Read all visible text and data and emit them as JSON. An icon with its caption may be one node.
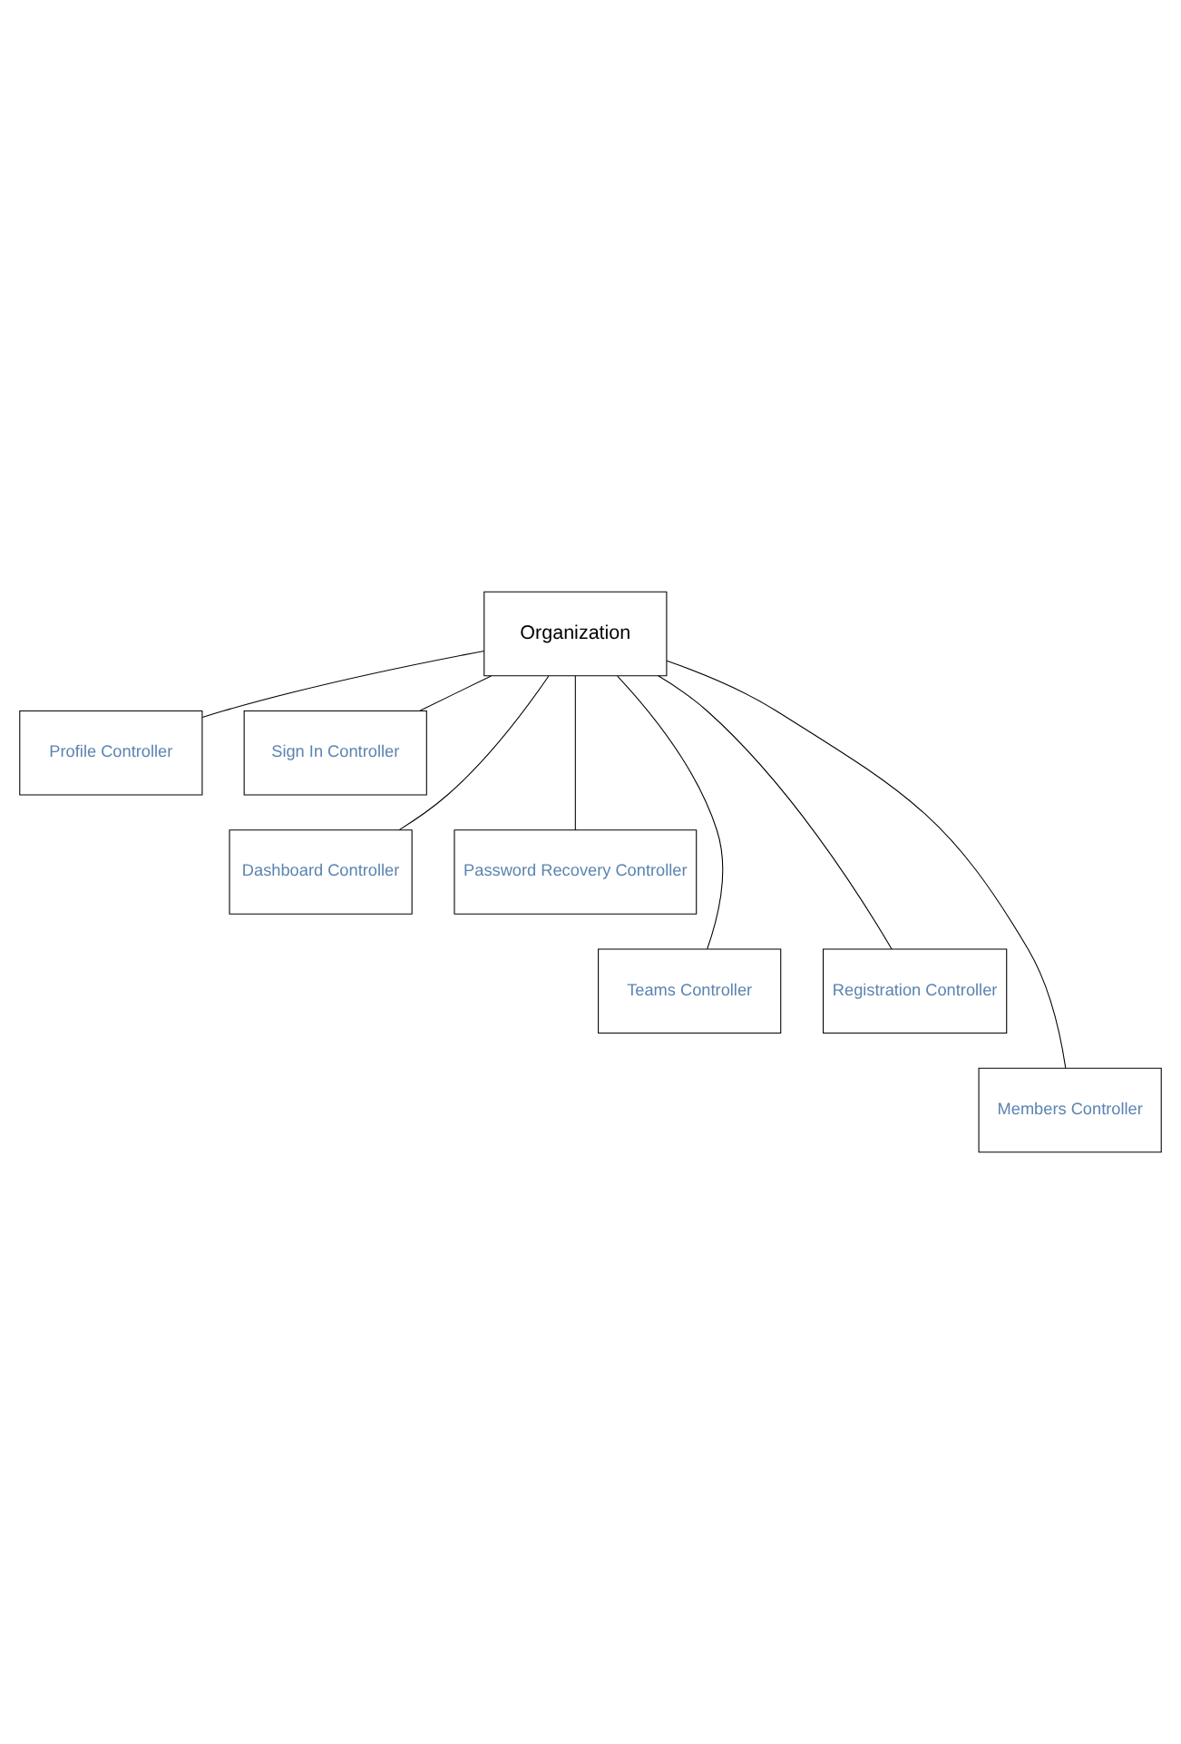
{
  "diagram": {
    "nodes": [
      {
        "text": [
          "Organization"
        ]
      },
      {
        "text": [
          "Profile Controller"
        ]
      },
      {
        "text": [
          "Sign In Controller"
        ]
      },
      {
        "text": [
          "Dashboard Controller"
        ]
      },
      {
        "text": [
          "Password Recovery Controller"
        ]
      },
      {
        "text": [
          "Teams Controller"
        ]
      },
      {
        "text": [
          "Registration Controller"
        ]
      },
      {
        "text": [
          "Members Controller"
        ]
      }
    ],
    "edges": [
      {
        "from": 0,
        "to": 1,
        "arrow": "none"
      },
      {
        "from": 0,
        "to": 2,
        "arrow": "none"
      },
      {
        "from": 0,
        "to": 3,
        "arrow": "none"
      },
      {
        "from": 0,
        "to": 4,
        "arrow": "none"
      },
      {
        "from": 0,
        "to": 5,
        "arrow": "none"
      },
      {
        "from": 0,
        "to": 6,
        "arrow": "none"
      },
      {
        "from": 0,
        "to": 7,
        "arrow": "none"
      }
    ]
  }
}
